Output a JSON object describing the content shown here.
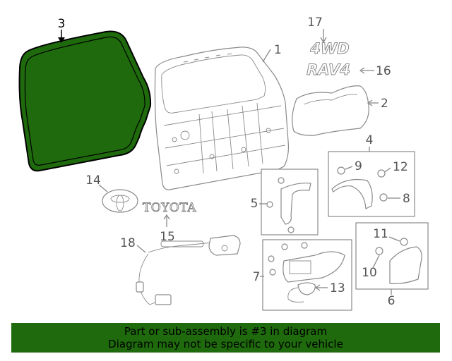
{
  "diagram": {
    "callouts": {
      "c1": "1",
      "c2": "2",
      "c3": "3",
      "c4": "4",
      "c5": "5",
      "c6": "6",
      "c7": "7",
      "c8": "8",
      "c9": "9",
      "c10": "10",
      "c11": "11",
      "c12": "12",
      "c13": "13",
      "c14": "14",
      "c15": "15",
      "c16": "16",
      "c17": "17",
      "c18": "18"
    },
    "emblems": {
      "fourwd": "4WD",
      "rav4": "RAV4",
      "toyota": "TOYOTA"
    },
    "highlight_part": "3",
    "highlight_color": "#1e6a0c"
  },
  "footer": {
    "line1": "Part or sub-assembly is #3 in diagram",
    "line2": "Diagram may not be specific to your vehicle",
    "background": "#1e6a0c"
  }
}
